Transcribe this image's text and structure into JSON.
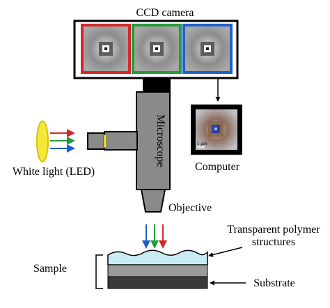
{
  "labels": {
    "ccd_camera": "CCD camera",
    "computer": "Computer",
    "white_light": "White light (LED)",
    "microscope": "Microscope",
    "objective": "Objective",
    "transparent_line1": "Transparent polymer",
    "transparent_line2": "structures",
    "sample": "Sample",
    "substrate": "Substrate",
    "scale_bar": "5 μm"
  },
  "colors": {
    "red": "#d62828",
    "green": "#1f9e3a",
    "blue": "#1f5fc8",
    "teal_text": "#4fb8b0",
    "microscope_gray": "#8a8a8a",
    "led_yellow": "#f5e83a",
    "polymer_fill": "#c9ecf2",
    "substrate_dark": "#3a3a3a"
  }
}
